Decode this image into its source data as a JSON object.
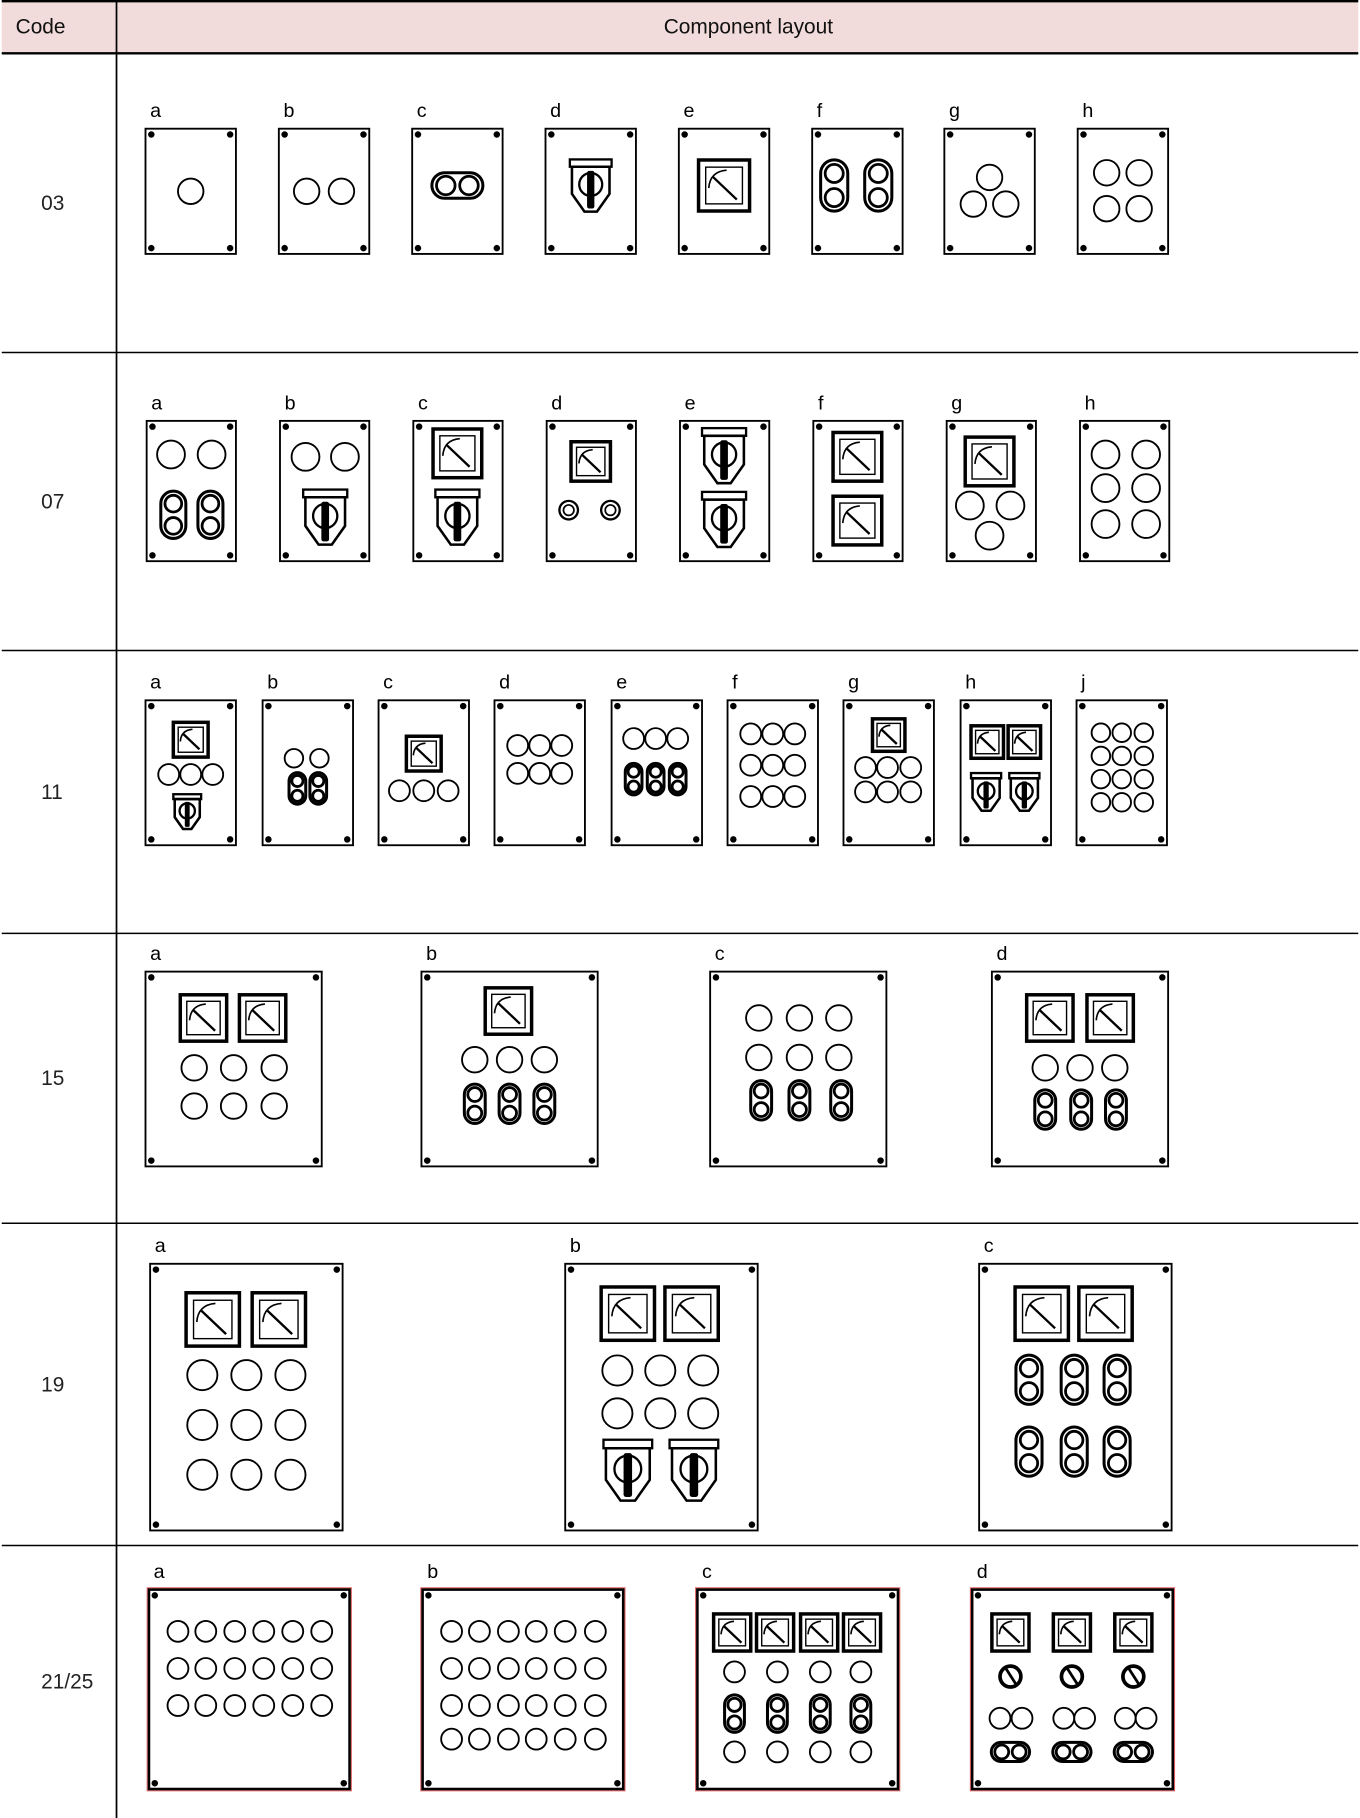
{
  "header": {
    "code": "Code",
    "layout": "Component layout"
  },
  "colors": {
    "header_bg": "#f2dcdb",
    "line": "#000000",
    "accent_red": "#c0392b"
  },
  "rows": [
    {
      "code": "03",
      "variants": [
        "a",
        "b",
        "c",
        "d",
        "e",
        "f",
        "g",
        "h"
      ]
    },
    {
      "code": "07",
      "variants": [
        "a",
        "b",
        "c",
        "d",
        "e",
        "f",
        "g",
        "h"
      ]
    },
    {
      "code": "11",
      "variants": [
        "a",
        "b",
        "c",
        "d",
        "e",
        "f",
        "g",
        "h",
        "j"
      ]
    },
    {
      "code": "15",
      "variants": [
        "a",
        "b",
        "c",
        "d"
      ]
    },
    {
      "code": "19",
      "variants": [
        "a",
        "b",
        "c"
      ]
    },
    {
      "code": "21/25",
      "variants": [
        "a",
        "b",
        "c",
        "d"
      ]
    }
  ]
}
